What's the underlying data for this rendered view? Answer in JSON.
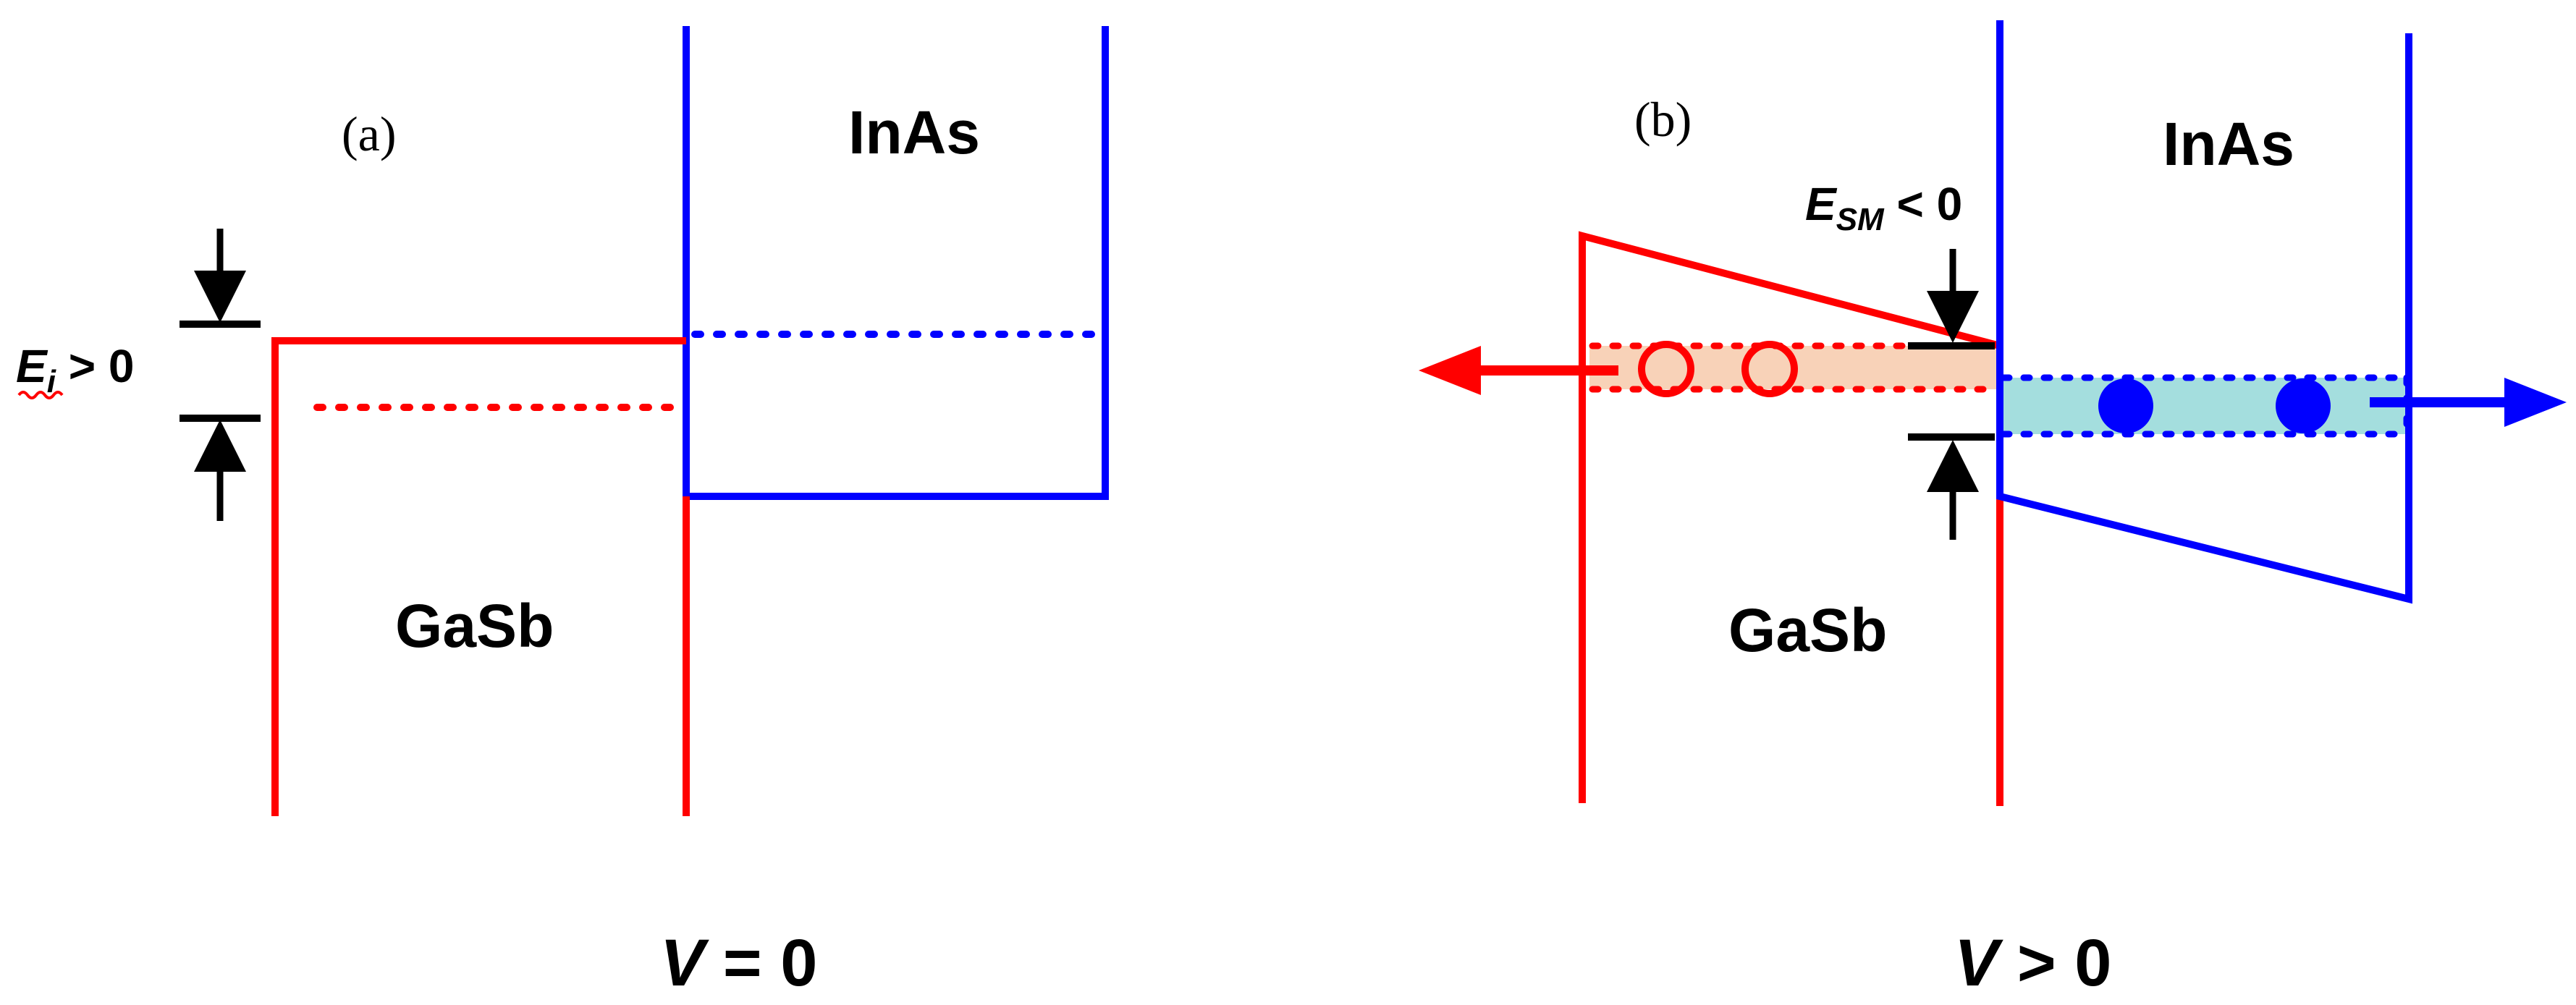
{
  "panel_a": {
    "label": "(a)",
    "inas_label": "InAs",
    "gasb_label": "GaSb",
    "ei_symbol": "E",
    "ei_subscript": "i",
    "ei_relation": " > 0",
    "voltage_symbol": "V",
    "voltage_relation": " = 0"
  },
  "panel_b": {
    "label": "(b)",
    "inas_label": "InAs",
    "gasb_label": "GaSb",
    "esm_symbol": "E",
    "esm_subscript": "SM",
    "esm_relation": " < 0",
    "voltage_symbol": "V",
    "voltage_relation": " > 0"
  },
  "colors": {
    "gasb_band": "#ff0000",
    "inas_band": "#0000ff",
    "hole_fill": "#f8d2b8",
    "electron_fill": "#a4dede",
    "annotation": "#000000"
  }
}
